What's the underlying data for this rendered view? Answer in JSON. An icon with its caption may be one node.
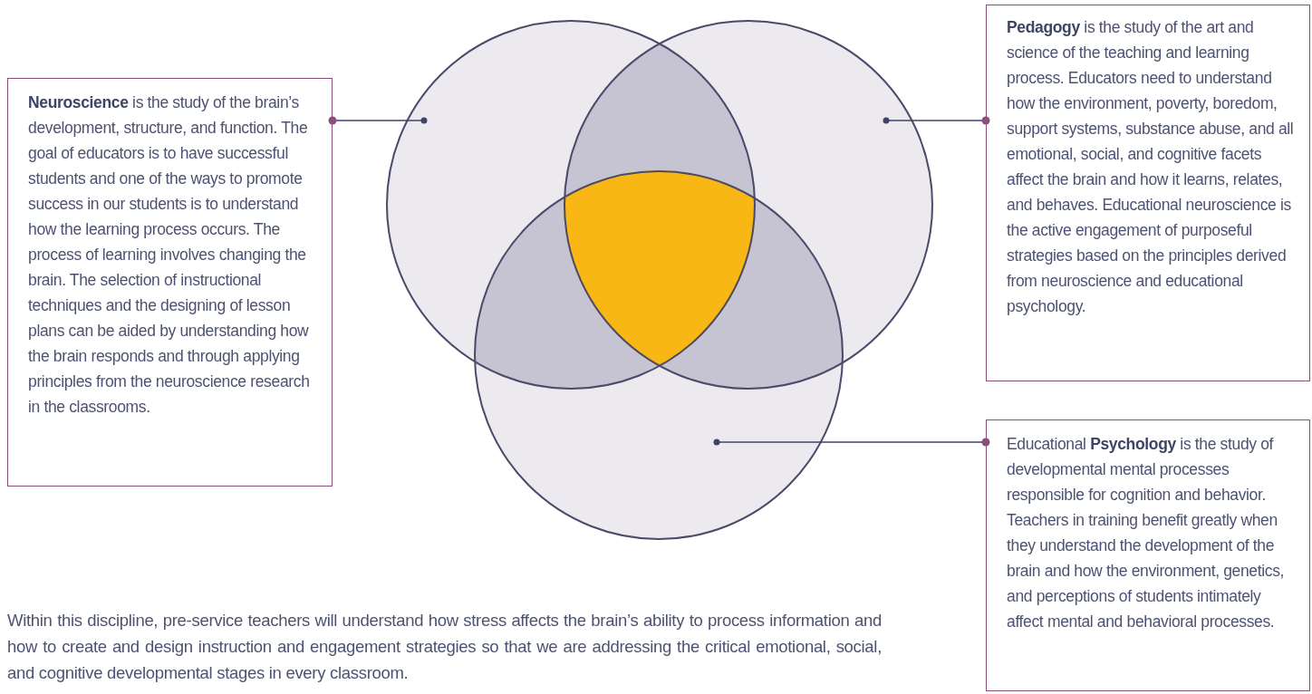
{
  "diagram": {
    "nodes": [
      {
        "text": [
          "**Neuroscience** is the study of the brain’s development, structure, and function. The goal of educators is to have successful students and one of the ways to promote success in our students is to understand how the learning process occurs. The process of learning involves changing the brain. The selection of instructional techniques and the designing of lesson plans can be aided by understanding how the brain responds and through applying principles from the neuroscience research in the classrooms."
        ]
      },
      {
        "text": [
          "**Pedagogy** is the study of the art and science of the teaching and learning process. Educators need to understand how the environment, poverty, boredom, support systems, substance abuse, and all emotional, social, and cognitive facets affect the brain and how it learns, relates, and behaves. Educational neuroscience is the active engagement of purposeful strategies based on the principles derived from neuroscience and educational psychology."
        ]
      },
      {
        "text": [
          "Educational **Psychology** is the study of developmental mental processes responsible for cognition and behavior. Teachers in training benefit greatly when they understand the development of the brain and how the environment, genetics, and perceptions of students intimately affect mental and behavioral processes."
        ]
      },
      {
        "text": [],
        "shape": "circle"
      },
      {
        "text": [],
        "shape": "circle"
      },
      {
        "text": [],
        "shape": "circle"
      }
    ],
    "edges": [
      {
        "from": 0,
        "to": 3,
        "arrow": "other"
      },
      {
        "from": 1,
        "to": 4,
        "arrow": "other"
      },
      {
        "from": 2,
        "to": 5,
        "arrow": "other"
      }
    ],
    "labels": [
      "Within this discipline, pre-service teachers will understand how stress affects the brain’s ability to process information and how to create and design instruction and engagement strategies so that we are addressing the critical emotional, social, and cognitive developmental stages in every classroom."
    ]
  }
}
